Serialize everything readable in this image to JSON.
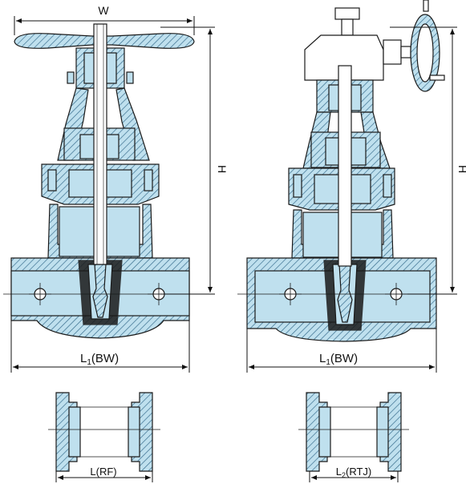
{
  "labels": {
    "width": "W",
    "height_left": "H",
    "height_right": "H",
    "len_bw_left_main": "L",
    "len_bw_left_sub": "1",
    "len_bw_left_suffix": "(BW)",
    "len_bw_right_main": "L",
    "len_bw_right_sub": "1",
    "len_bw_right_suffix": "(BW)",
    "len_rf": "L(RF)",
    "len_rtj_main": "L",
    "len_rtj_sub": "2",
    "len_rtj_suffix": "(RTJ)"
  },
  "colors": {
    "fill": "#bfe0ee",
    "hatch": "#3a6f8f",
    "line": "#1a1a1a"
  }
}
